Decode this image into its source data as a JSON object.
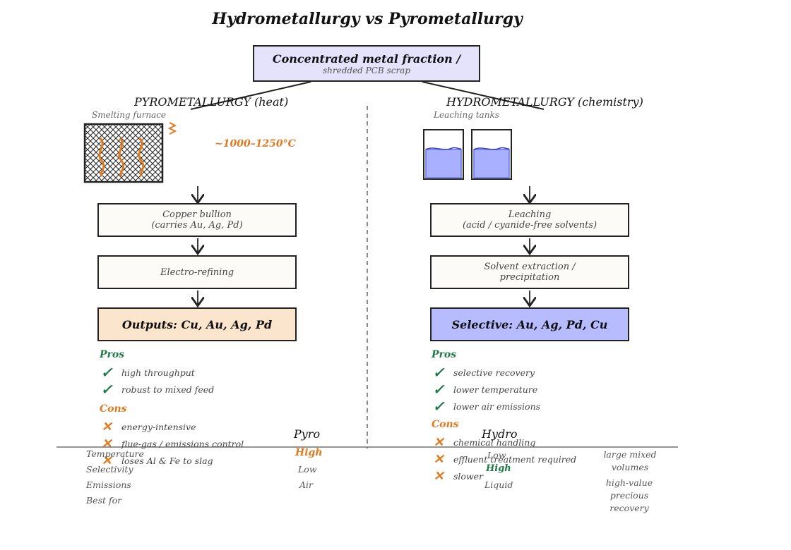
{
  "title": "Hydrometallurgy vs Pyrometallurgy",
  "source": {
    "line1": "Concentrated metal fraction /",
    "line2": "shredded PCB scrap"
  },
  "pyro": {
    "header": "PYROMETALLURGY (heat)",
    "sketch_label": "Smelting furnace",
    "temperature": "~1000–1250°C",
    "steps": [
      {
        "line1": "Copper bullion",
        "line2": "(carries Au, Ag, Pd)"
      },
      {
        "line1": "Electro-refining",
        "line2": ""
      }
    ],
    "output": "Outputs: Cu, Au, Ag, Pd",
    "pros_label": "Pros",
    "pros": [
      "high throughput",
      "robust to mixed feed"
    ],
    "cons_label": "Cons",
    "cons": [
      "energy-intensive",
      "flue-gas / emissions control",
      "loses Al & Fe to slag"
    ]
  },
  "hydro": {
    "header": "HYDROMETALLURGY (chemistry)",
    "sketch_label": "Leaching tanks",
    "steps": [
      {
        "line1": "Leaching",
        "line2": "(acid / cyanide-free solvents)"
      },
      {
        "line1": "Solvent extraction /",
        "line2": "precipitation"
      }
    ],
    "output": "Selective: Au, Ag, Pd, Cu",
    "pros_label": "Pros",
    "pros": [
      "selective recovery",
      "lower temperature",
      "lower air emissions"
    ],
    "cons_label": "Cons",
    "cons": [
      "chemical handling",
      "effluent treatment required",
      "slower"
    ]
  },
  "comparison": {
    "col_pyro": "Pyro",
    "col_hydro": "Hydro",
    "rows": [
      {
        "label": "Temperature",
        "pyro": "High",
        "hydro": "Low"
      },
      {
        "label": "Selectivity",
        "pyro": "Low",
        "hydro": "High"
      },
      {
        "label": "Emissions",
        "pyro": "Air",
        "hydro": "Liquid"
      },
      {
        "label": "Best for",
        "pyro": "large mixed volumes",
        "hydro": "high-value precious recovery"
      }
    ]
  },
  "colors": {
    "pyro_accent": "#e07a1f",
    "hydro_accent": "#6470e8",
    "pros": "#1f7a45",
    "cons": "#e07a1f"
  }
}
